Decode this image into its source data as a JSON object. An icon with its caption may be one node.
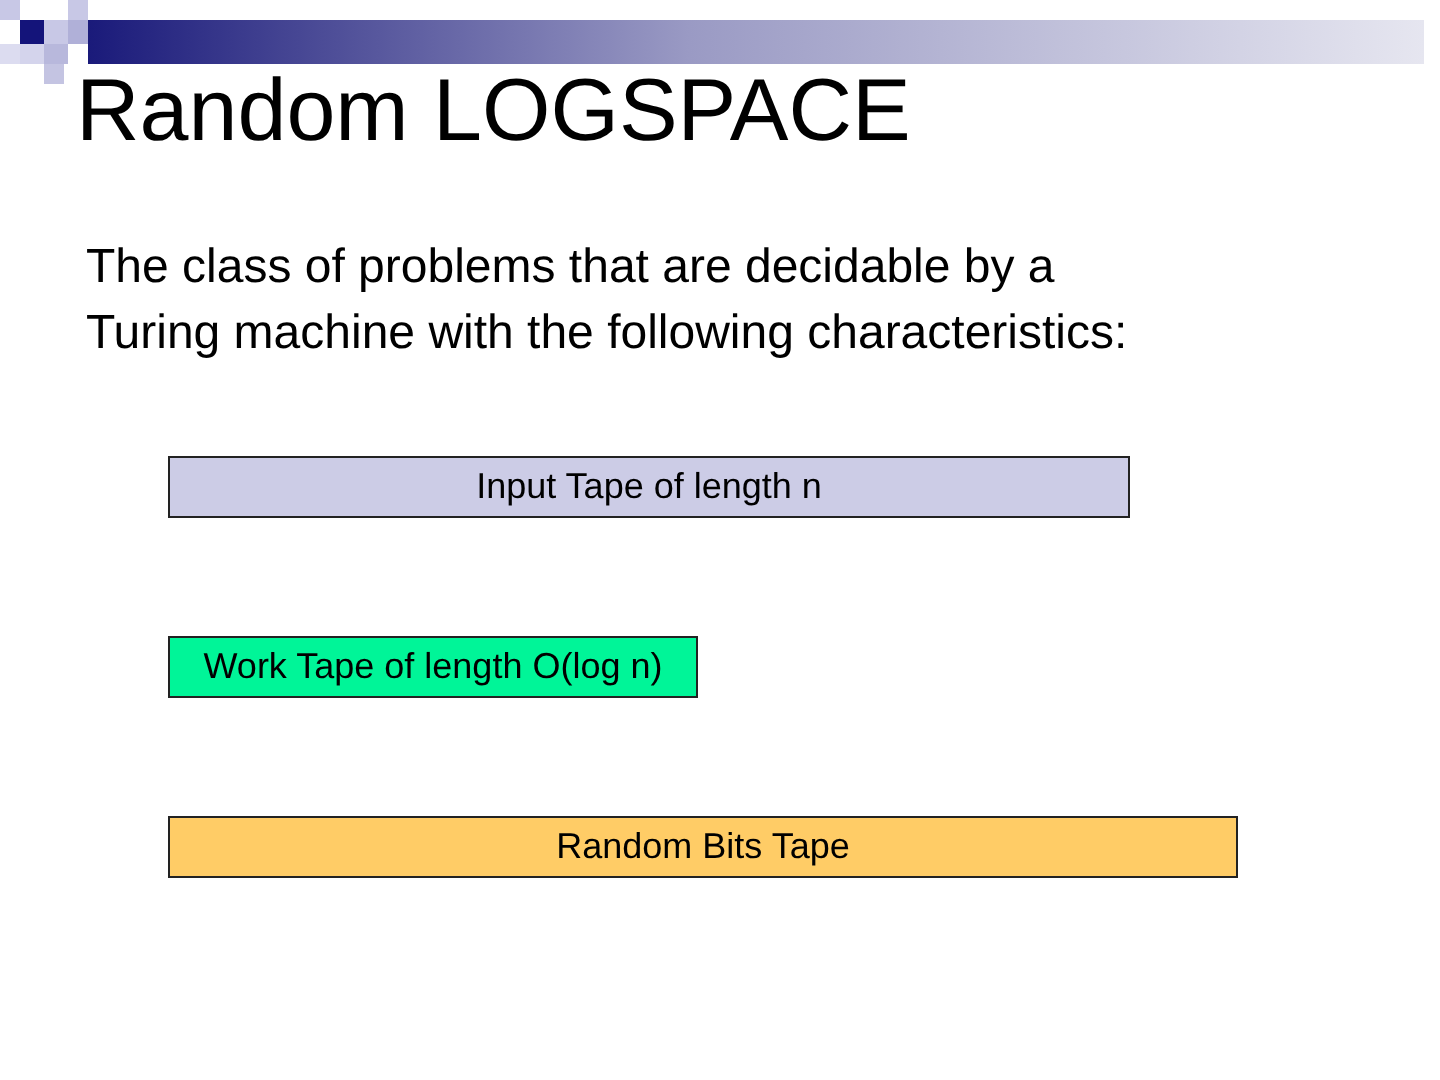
{
  "diagram": {
    "title": "Random LOGSPACE",
    "nodes": [
      {
        "text": [
          "Input Tape of length n"
        ]
      },
      {
        "text": [
          "Work Tape of length O(log n)"
        ]
      },
      {
        "text": [
          "Random Bits Tape"
        ]
      }
    ],
    "labels": [
      "The class of problems that are decidable by a Turing machine with the following characteristics:"
    ]
  }
}
